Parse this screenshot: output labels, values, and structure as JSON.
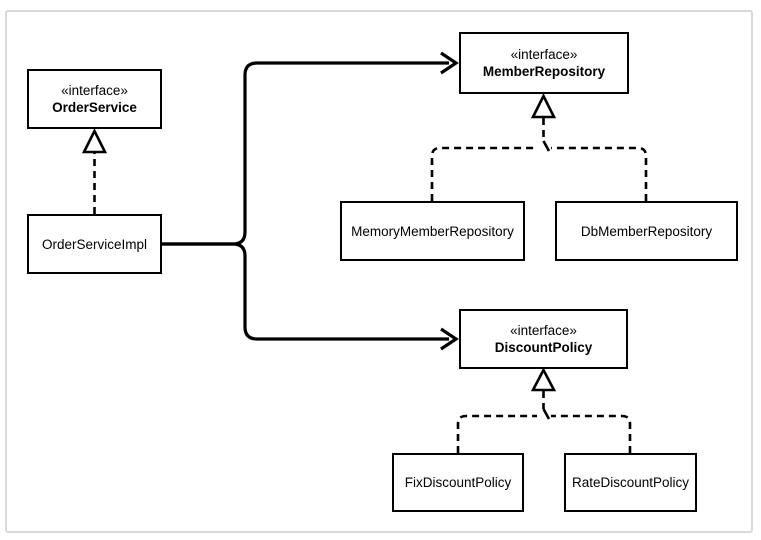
{
  "diagram": {
    "type": "uml-class-diagram",
    "nodes": {
      "order_service": {
        "stereotype": "«interface»",
        "name": "OrderService"
      },
      "order_service_impl": {
        "name": "OrderServiceImpl"
      },
      "member_repository": {
        "stereotype": "«interface»",
        "name": "MemberRepository"
      },
      "memory_member_repository": {
        "name": "MemoryMemberRepository"
      },
      "db_member_repository": {
        "name": "DbMemberRepository"
      },
      "discount_policy": {
        "stereotype": "«interface»",
        "name": "DiscountPolicy"
      },
      "fix_discount_policy": {
        "name": "FixDiscountPolicy"
      },
      "rate_discount_policy": {
        "name": "RateDiscountPolicy"
      }
    },
    "edges": [
      {
        "from": "OrderServiceImpl",
        "to": "OrderService",
        "type": "realization",
        "style": "dashed-hollow-triangle"
      },
      {
        "from": "OrderServiceImpl",
        "to": "MemberRepository",
        "type": "association",
        "style": "solid-open-arrow"
      },
      {
        "from": "OrderServiceImpl",
        "to": "DiscountPolicy",
        "type": "association",
        "style": "solid-open-arrow"
      },
      {
        "from": "MemoryMemberRepository",
        "to": "MemberRepository",
        "type": "realization",
        "style": "dashed-hollow-triangle"
      },
      {
        "from": "DbMemberRepository",
        "to": "MemberRepository",
        "type": "realization",
        "style": "dashed-hollow-triangle"
      },
      {
        "from": "FixDiscountPolicy",
        "to": "DiscountPolicy",
        "type": "realization",
        "style": "dashed-hollow-triangle"
      },
      {
        "from": "RateDiscountPolicy",
        "to": "DiscountPolicy",
        "type": "realization",
        "style": "dashed-hollow-triangle"
      }
    ],
    "colors": {
      "line": "#000000",
      "node_fill": "#ffffff",
      "node_border": "#000000",
      "frame_border": "#d9d9d9",
      "background": "#ffffff"
    }
  }
}
